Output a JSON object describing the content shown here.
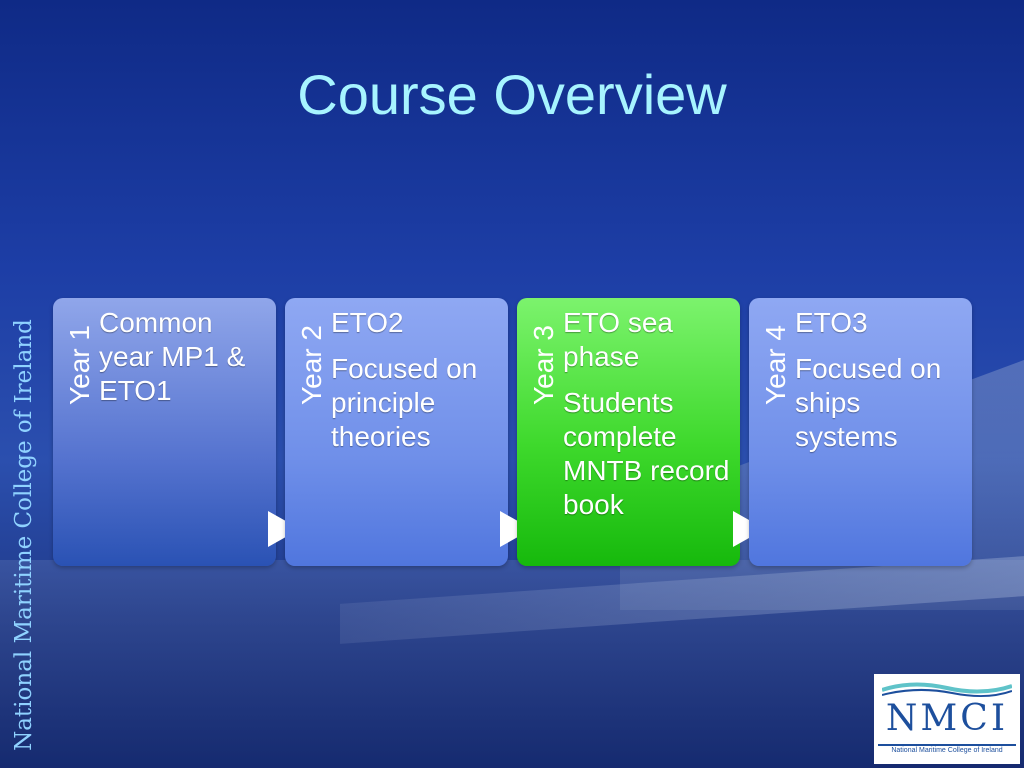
{
  "slide": {
    "title": "Course Overview",
    "brand_vertical": "National Maritime College of Ireland"
  },
  "steps": [
    {
      "year": "Year 1",
      "lines": [
        "Common year MP1 & ETO1"
      ],
      "color": "#5a7fe0"
    },
    {
      "year": "Year 2",
      "lines": [
        "ETO2",
        "Focused on principle theories"
      ],
      "color": "#7393ea"
    },
    {
      "year": "Year 3",
      "lines": [
        "ETO sea phase",
        "Students complete MNTB record book"
      ],
      "color": "#2fce1e"
    },
    {
      "year": "Year 4",
      "lines": [
        "ETO3",
        "Focused on ships systems"
      ],
      "color": "#7393ea"
    }
  ],
  "logo": {
    "acronym": "NMCI",
    "tagline": "National Maritime College of Ireland"
  },
  "colors": {
    "title": "#a7f4ff",
    "brand_text": "#8fd2ff",
    "background": "#1d3ea6"
  }
}
